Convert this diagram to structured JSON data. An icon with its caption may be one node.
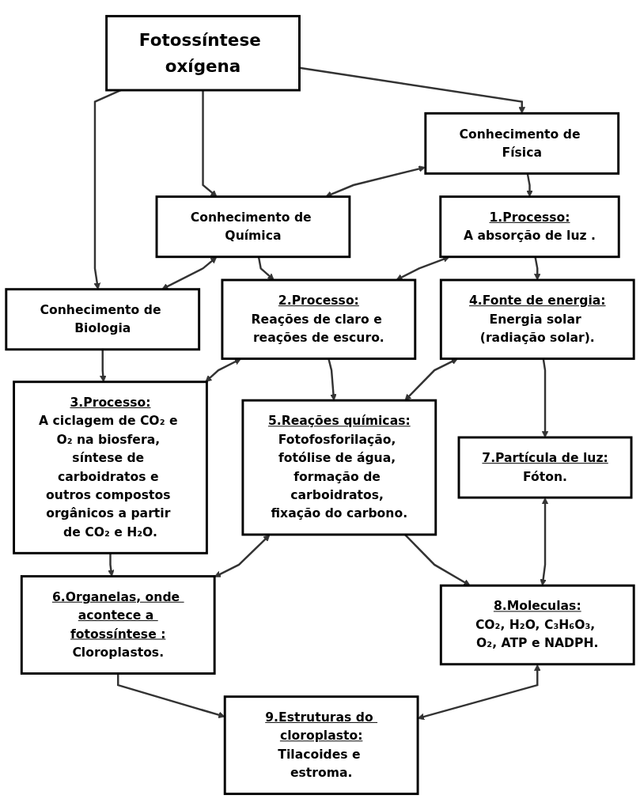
{
  "diagram": {
    "nodes": [
      {
        "text": [
          "Fotossíntese oxígena"
        ]
      },
      {
        "text": [
          "Conhecimento de Física"
        ]
      },
      {
        "text": [
          "Conhecimento de Química"
        ]
      },
      {
        "text": [
          "Conhecimento de Biologia"
        ]
      },
      {
        "text": [
          "1.Processo:",
          "A absorção de luz ."
        ]
      },
      {
        "text": [
          "2.Processo:",
          "Reações de claro e reações de escuro."
        ]
      },
      {
        "text": [
          "3.Processo:",
          "A ciclagem de CO₂ e O₂ na biosfera, síntese de carboidratos e outros compostos orgânicos a partir de CO₂ e H₂O."
        ]
      },
      {
        "text": [
          "4.Fonte de energia:",
          "Energia solar (radiação solar)."
        ]
      },
      {
        "text": [
          "5.Reações químicas:",
          "Fotofosforilação, fotólise de água, formação de carboidratos, fixação do carbono."
        ]
      },
      {
        "text": [
          "6.Organelas, onde acontece a fotossíntese :",
          "Cloroplastos."
        ]
      },
      {
        "text": [
          "7.Partícula de luz:",
          "Fóton."
        ]
      },
      {
        "text": [
          "8.Moleculas:",
          "CO₂, H₂O, C₃H₆O₃, O₂, ATP e NADPH."
        ]
      },
      {
        "text": [
          "9.Estruturas do cloroplasto:",
          "Tilacoides e estroma."
        ]
      }
    ],
    "edges": [
      {
        "from": 0,
        "to": 1,
        "arrow": "to"
      },
      {
        "from": 0,
        "to": 2,
        "arrow": "to"
      },
      {
        "from": 0,
        "to": 3,
        "arrow": "to"
      },
      {
        "from": 1,
        "to": 2,
        "arrow": "both"
      },
      {
        "from": 2,
        "to": 3,
        "arrow": "both"
      },
      {
        "from": 1,
        "to": 4,
        "arrow": "to"
      },
      {
        "from": 2,
        "to": 5,
        "arrow": "to"
      },
      {
        "from": 3,
        "to": 6,
        "arrow": "to"
      },
      {
        "from": 4,
        "to": 5,
        "arrow": "both"
      },
      {
        "from": 5,
        "to": 6,
        "arrow": "both"
      },
      {
        "from": 4,
        "to": 7,
        "arrow": "to"
      },
      {
        "from": 5,
        "to": 8,
        "arrow": "to"
      },
      {
        "from": 6,
        "to": 9,
        "arrow": "to"
      },
      {
        "from": 7,
        "to": 8,
        "arrow": "both"
      },
      {
        "from": 8,
        "to": 9,
        "arrow": "both"
      },
      {
        "from": 7,
        "to": 10,
        "arrow": "to"
      },
      {
        "from": 8,
        "to": 11,
        "arrow": "to"
      },
      {
        "from": 9,
        "to": 12,
        "arrow": "to"
      },
      {
        "from": 10,
        "to": 11,
        "arrow": "both"
      },
      {
        "from": 11,
        "to": 12,
        "arrow": "both"
      }
    ]
  }
}
